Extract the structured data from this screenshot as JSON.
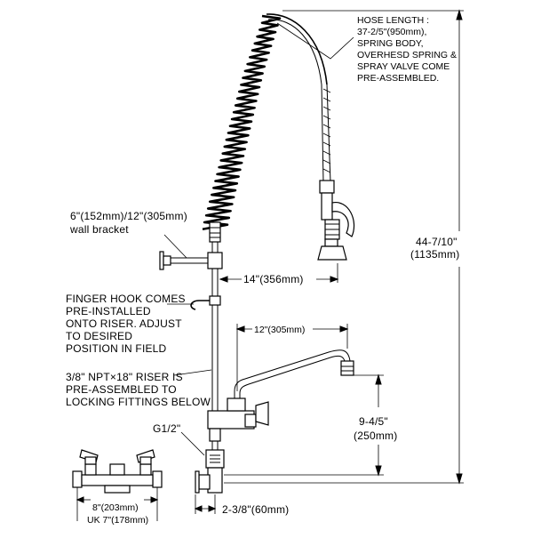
{
  "labels": {
    "hose_length": [
      "HOSE LENGTH :",
      "37-2/5\"(950mm),",
      "SPRING BODY,",
      "OVERHESD SPRING &",
      "SPRAY VALVE COME",
      "PRE-ASSEMBLED."
    ],
    "wall_bracket": [
      "6\"(152mm)/12\"(305mm)",
      "wall bracket"
    ],
    "finger_hook": [
      "FINGER HOOK COMES",
      "PRE-INSTALLED",
      "ONTO RISER. ADJUST",
      "TO DESIRED",
      "POSITION IN FIELD"
    ],
    "riser": [
      "3/8\" NPT×18\" RISER IS",
      "PRE-ASSEMBLED TO",
      "LOCKING FITTINGS BELOW"
    ],
    "inlet": "G1/2\""
  },
  "dimensions": {
    "total_height": [
      "44-7/10\"",
      "(1135mm)"
    ],
    "spray_reach": "14\"(356mm)",
    "spout_length": "12\"(305mm)",
    "spout_height": [
      "9-4/5\"",
      "(250mm)"
    ],
    "offset": "2-3/8\"(60mm)",
    "centers": [
      "8\"(203mm)",
      "UK 7\"(178mm)"
    ]
  }
}
